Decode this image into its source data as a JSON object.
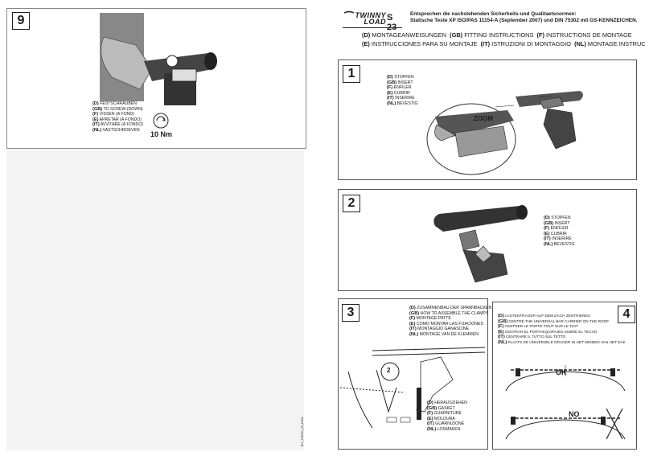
{
  "header": {
    "brand": "TWINNY LOAD",
    "model": "S 23",
    "norm_line1": "Entsprechen die nachstehenden Sicherheits-und Qualitaetsnormen:",
    "norm_line2": "Statische Teste XP ISO/PAS 11154-A (September 2007) und DIN 75302 mit GS-KENNZEICHEN.",
    "lang_line1": [
      {
        "code": "(D)",
        "text": "MONTAGEANWEISUNGEN"
      },
      {
        "code": "(GB)",
        "text": "FITTING INSTRUCTIONS"
      },
      {
        "code": "(F)",
        "text": "INSTRUCTIONS DE MONTAGE"
      }
    ],
    "lang_line2": [
      {
        "code": "(E)",
        "text": "INSTRUCCIONES PARA SU MONTAJE"
      },
      {
        "code": "(IT)",
        "text": "ISTRUZIONI DI MONTAGGIO"
      },
      {
        "code": "(NL)",
        "text": "MONTAGE INSTRUCTIES."
      }
    ]
  },
  "step9": {
    "number": "9",
    "labels": [
      {
        "code": "(D)",
        "text": "FESTSCHRAUBEN"
      },
      {
        "code": "(GB)",
        "text": "TO SCREW (DOWN)"
      },
      {
        "code": "(F)",
        "text": "VISSER (A FOND)"
      },
      {
        "code": "(E)",
        "text": "APRETAR (A FONDO)"
      },
      {
        "code": "(IT)",
        "text": "AVVITARE (A FONDO)"
      },
      {
        "code": "(NL)",
        "text": "VASTSCHROEVEN"
      }
    ],
    "torque": "10 Nm"
  },
  "step1": {
    "number": "1",
    "labels": [
      {
        "code": "(D)",
        "text": "STOPFEN"
      },
      {
        "code": "(GB)",
        "text": "INSERT"
      },
      {
        "code": "(F)",
        "text": "ENFILER"
      },
      {
        "code": "(E)",
        "text": "CUBRIR"
      },
      {
        "code": "(IT)",
        "text": "INSERIRE"
      },
      {
        "code": "(NL)",
        "text": "BEVESTIG"
      }
    ],
    "zoom": "ZOOM"
  },
  "step2": {
    "number": "2",
    "labels": [
      {
        "code": "(D)",
        "text": "STOPFEN"
      },
      {
        "code": "(GB)",
        "text": "INSERT"
      },
      {
        "code": "(F)",
        "text": "ENFILER"
      },
      {
        "code": "(E)",
        "text": "CUBRIR"
      },
      {
        "code": "(IT)",
        "text": "INSERIRE"
      },
      {
        "code": "(NL)",
        "text": "BEVESTIG"
      }
    ]
  },
  "step3": {
    "number": "3",
    "circle": "2",
    "labels_top": [
      {
        "code": "(D)",
        "text": "ZUSAMMENBAU DER SPANNBACKEN"
      },
      {
        "code": "(GB)",
        "text": "HOW TO ASSEMBLE THE CLAMPS"
      },
      {
        "code": "(F)",
        "text": "MONTAGE PATTE"
      },
      {
        "code": "(E)",
        "text": "COMO MONTAR LAS FIJACIONES"
      },
      {
        "code": "(IT)",
        "text": "MONTAGGIO GANASCINE"
      },
      {
        "code": "(NL)",
        "text": "MONTAGE VAN DE KLEMMEN"
      }
    ],
    "labels_bottom": [
      {
        "code": "(D)",
        "text": "HERAUSZIEHEN"
      },
      {
        "code": "(GB)",
        "text": "GASKET"
      },
      {
        "code": "(F)",
        "text": "GUARNITURE"
      },
      {
        "code": "(E)",
        "text": "MOLDURA"
      },
      {
        "code": "(IT)",
        "text": "GUARNIZIONE"
      },
      {
        "code": "(NL)",
        "text": "LOSMAKEN"
      }
    ],
    "side_code": "BIT_TWI023_00_N031"
  },
  "step4": {
    "number": "4",
    "labels": [
      {
        "code": "(D)",
        "text": "LASTENTRAGER AUF DEM DACH ZENTRIEREN"
      },
      {
        "code": "(GB)",
        "text": "CENTRE THE UNIVERSAL BAR CARRIER ON THE ROOF"
      },
      {
        "code": "(F)",
        "text": "CENTRER LE PORTE-TOUT SUR LE TOIT"
      },
      {
        "code": "(E)",
        "text": "CENTRAR EL PORTAEQUIPAJES SOBRE EL TECHO"
      },
      {
        "code": "(IT)",
        "text": "CENTRARE IL TUTTO SUL TETTO"
      },
      {
        "code": "(NL)",
        "text": "PLAATS DE UNIVERSELE DRAGER IN HET MIDDEN VAN HET DAK"
      }
    ],
    "ok": "OK",
    "no": "NO"
  }
}
